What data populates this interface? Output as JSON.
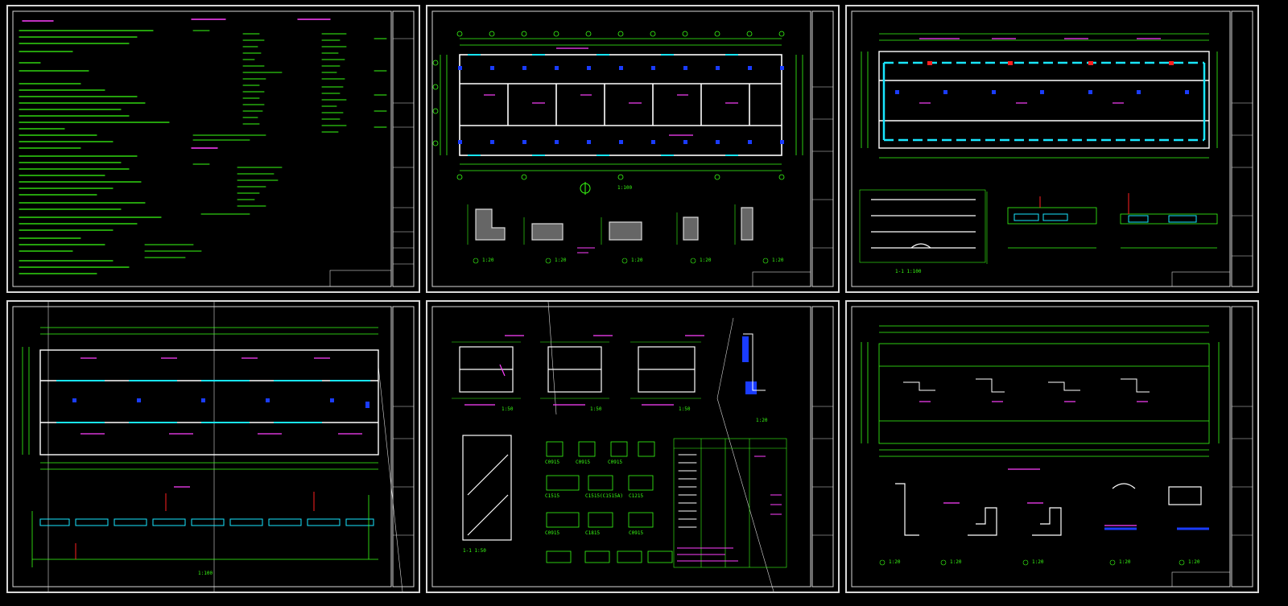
{
  "colors": {
    "background": "#000000",
    "frame": "#d8d8d8",
    "dim_line": "#39ff14",
    "wall": "#ffffff",
    "text_magenta": "#ff40ff",
    "column_blue": "#1a3cff",
    "window_cyan": "#19e6ff",
    "marker_red": "#ff2020"
  },
  "sheets": [
    {
      "id": "sheet-1",
      "content": "design-notes"
    },
    {
      "id": "sheet-2",
      "content": "floor-plan-with-details"
    },
    {
      "id": "sheet-3",
      "content": "floor-plan-elevations"
    },
    {
      "id": "sheet-4",
      "content": "floor-plan-elevation"
    },
    {
      "id": "sheet-5",
      "content": "sections-details-schedule"
    },
    {
      "id": "sheet-6",
      "content": "roof-plan-details"
    }
  ],
  "scale_labels": {
    "s2_plan": "1:100",
    "s2_d1": "1:20",
    "s2_d2": "1:20",
    "s2_d3": "1:20",
    "s2_d4": "1:20",
    "s2_d5": "1:20",
    "s3_section": "1-1 1:100",
    "s4_elev": "1:100",
    "s5_a": "1:50",
    "s5_b": "1:50",
    "s5_c": "1:50",
    "s5_d": "1:20",
    "s5_section": "1-1 1:50",
    "s6_d1": "1:20",
    "s6_d2": "1:20",
    "s6_d3": "1:20",
    "s6_d4": "1:20",
    "s6_d5": "1:20"
  },
  "schedule_codes": [
    "C0915",
    "C0915",
    "C0915",
    "C1515",
    "C1515(C1515A)",
    "C1215",
    "C0915",
    "C1815",
    "C0915"
  ]
}
